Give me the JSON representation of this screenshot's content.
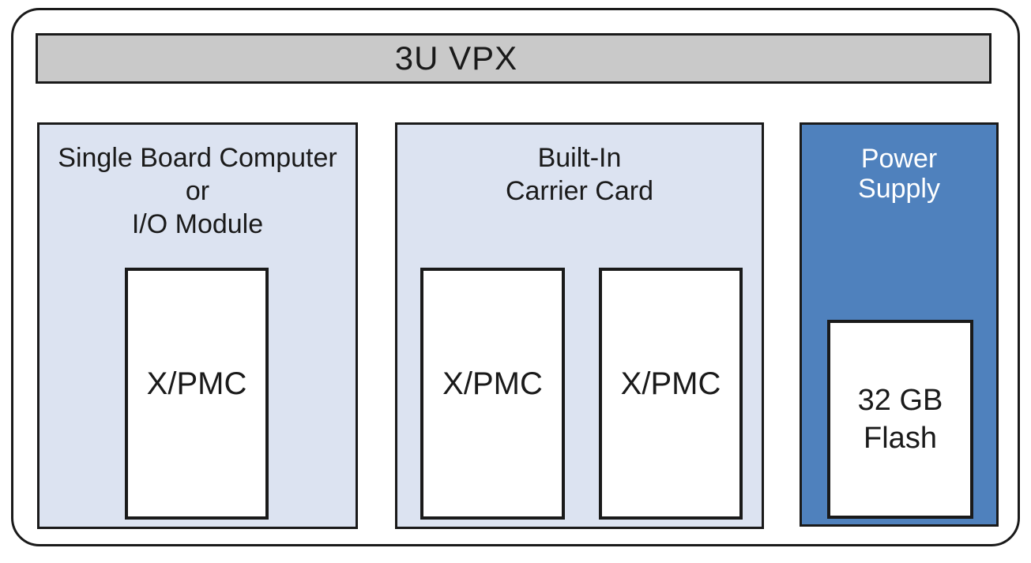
{
  "diagram": {
    "title": "3U VPX",
    "cards": [
      {
        "title_lines": [
          "Single Board Computer",
          "or",
          "I/O Module"
        ],
        "modules": [
          {
            "lines": [
              "X/PMC"
            ]
          }
        ]
      },
      {
        "title_lines": [
          "Built-In",
          "Carrier Card"
        ],
        "modules": [
          {
            "lines": [
              "X/PMC"
            ]
          },
          {
            "lines": [
              "X/PMC"
            ]
          }
        ]
      },
      {
        "title_lines": [
          "Power",
          "Supply"
        ],
        "modules": [
          {
            "lines": [
              "32 GB",
              "Flash"
            ]
          }
        ]
      }
    ],
    "colors": {
      "border": "#1a1a1a",
      "header_fill": "#c9c9c9",
      "card_fill": "#dce3f1",
      "power_fill": "#4f81bd",
      "module_fill": "#ffffff",
      "text_dark": "#1a1a1a",
      "text_light": "#ffffff",
      "background": "#ffffff"
    }
  }
}
